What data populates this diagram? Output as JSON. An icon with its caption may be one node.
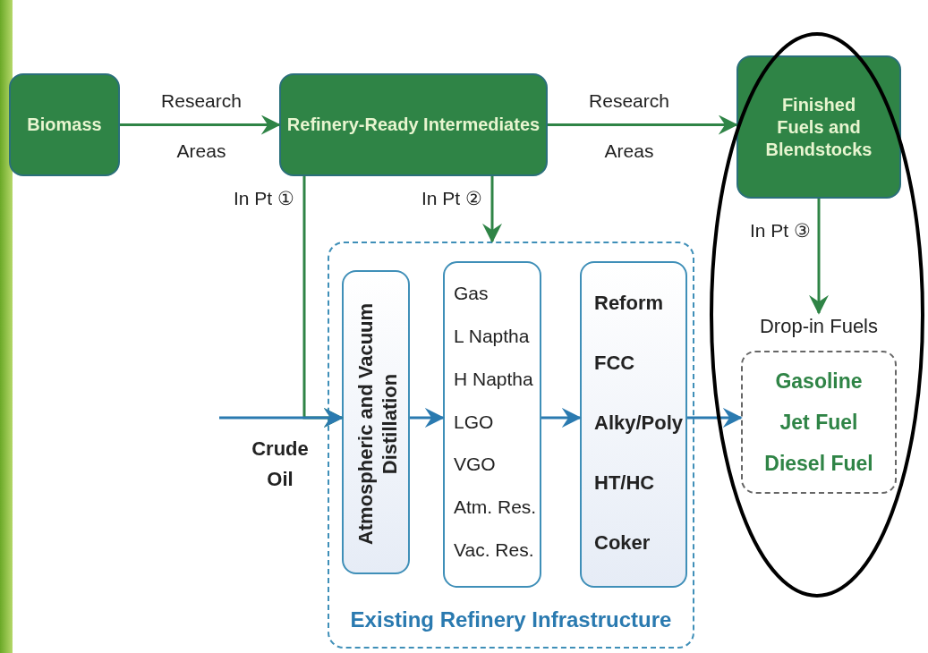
{
  "diagram": {
    "nodes": [
      {
        "text": [
          "Biomass"
        ]
      },
      {
        "text": [
          "Refinery-Ready Intermediates"
        ]
      },
      {
        "text": [
          "Finished Fuels and Blendstocks"
        ]
      },
      {
        "text": [
          "Existing Refinery Infrastructure"
        ]
      },
      {
        "text": [
          "Atmospheric and Vacuum Distillation"
        ],
        "in": 3
      },
      {
        "text": [
          "Gas",
          "L Naptha",
          "H Naptha",
          "LGO",
          "VGO",
          "Atm. Res.",
          "Vac. Res."
        ],
        "in": 3
      },
      {
        "text": [
          "Reform",
          "FCC",
          "Alky/Poly",
          "HT/HC",
          "Coker"
        ],
        "in": 3
      },
      {
        "text": [
          "Drop-in Fuels",
          "Gasoline",
          "Jet Fuel",
          "Diesel Fuel"
        ]
      }
    ],
    "edges": [
      {
        "from": 0,
        "to": 1,
        "arrow": "to",
        "label": "Research Areas"
      },
      {
        "from": 1,
        "to": 2,
        "arrow": "to",
        "label": "Research Areas"
      },
      {
        "from": 1,
        "to": 4,
        "arrow": "to",
        "label": "In Pt ①"
      },
      {
        "from": 1,
        "to": 3,
        "arrow": "to",
        "label": "In Pt ②"
      },
      {
        "from": 2,
        "to": 7,
        "arrow": "to",
        "label": "In Pt ③"
      },
      {
        "from": null,
        "to": 4,
        "arrow": "to",
        "color": "#2a7ab0"
      },
      {
        "from": 4,
        "to": 5,
        "arrow": "to",
        "color": "#2a7ab0"
      },
      {
        "from": 5,
        "to": 6,
        "arrow": "to",
        "color": "#2a7ab0"
      },
      {
        "from": 6,
        "to": 7,
        "arrow": "to",
        "color": "#2a7ab0"
      }
    ],
    "labels": [
      "Crude Oil"
    ]
  }
}
